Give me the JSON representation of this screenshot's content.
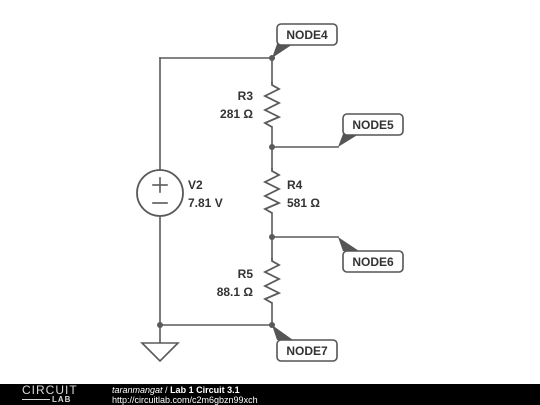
{
  "schematic": {
    "nodes": [
      "NODE4",
      "NODE5",
      "NODE6",
      "NODE7"
    ],
    "source": {
      "name": "V2",
      "value": "7.81 V"
    },
    "resistors": [
      {
        "name": "R3",
        "value": "281 Ω"
      },
      {
        "name": "R4",
        "value": "581 Ω"
      },
      {
        "name": "R5",
        "value": "88.1 Ω"
      }
    ]
  },
  "footer": {
    "logo_top": "CIRCUIT",
    "logo_bottom": "LAB",
    "author": "taranmangat",
    "separator": " / ",
    "title": "Lab 1 Circuit 3.1",
    "url": "http://circuitlab.com/c2m6gbzn99xch"
  }
}
